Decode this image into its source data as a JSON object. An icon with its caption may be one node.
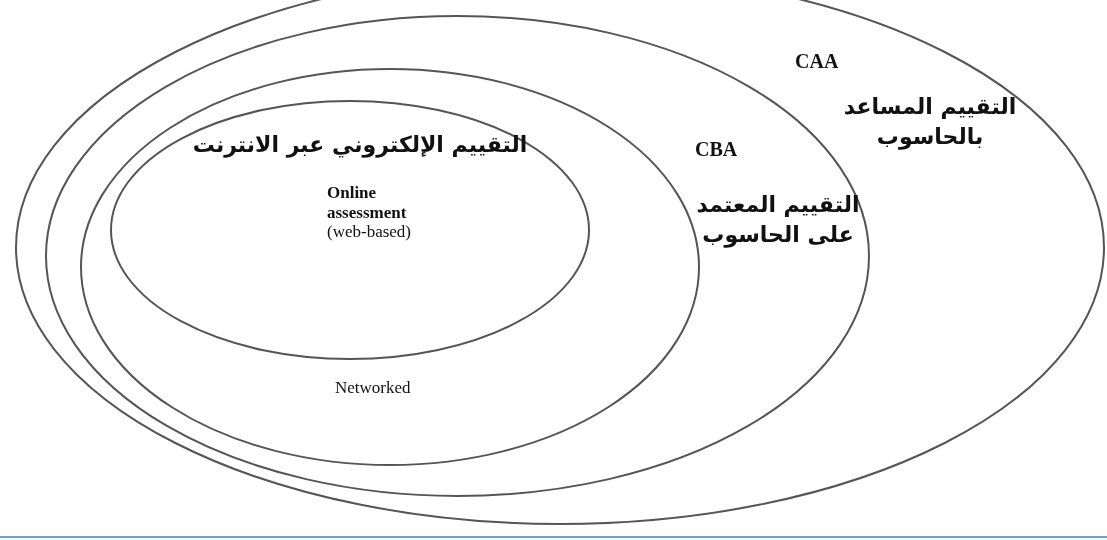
{
  "diagram": {
    "nodes": [
      {
        "text": [
          "CAA",
          "التقييم المساعد بالحاسوب"
        ]
      },
      {
        "text": [
          "CBA",
          "التقييم المعتمد على الحاسوب"
        ],
        "in": 0
      },
      {
        "text": [
          "Networked"
        ],
        "in": 1
      },
      {
        "text": [
          "التقييم الإلكتروني عبر الانترنت",
          "**Online assessment** (web-based)"
        ],
        "in": 2
      }
    ]
  }
}
